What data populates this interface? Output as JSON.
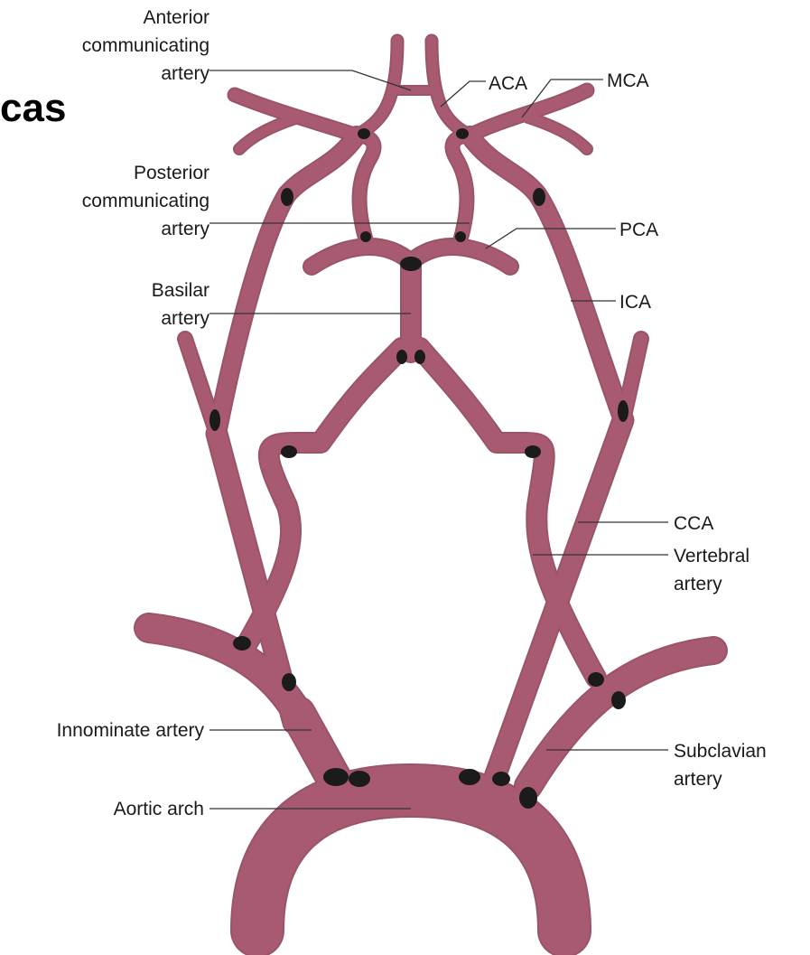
{
  "heading_fragment": "cas",
  "colors": {
    "vessel": "#a85a70",
    "vessel_outline": "#9a5468",
    "junction": "#1b1b1b",
    "text": "#1a1a1a"
  },
  "labels": {
    "anterior_communicating": [
      "Anterior",
      "communicating",
      "artery"
    ],
    "aca": "ACA",
    "mca": "MCA",
    "posterior_communicating": [
      "Posterior",
      "communicating",
      "artery"
    ],
    "pca": "PCA",
    "basilar": [
      "Basilar",
      "artery"
    ],
    "ica": "ICA",
    "cca": "CCA",
    "vertebral": [
      "Vertebral",
      "artery"
    ],
    "innominate": "Innominate artery",
    "subclavian": [
      "Subclavian",
      "artery"
    ],
    "aortic_arch": "Aortic arch"
  }
}
